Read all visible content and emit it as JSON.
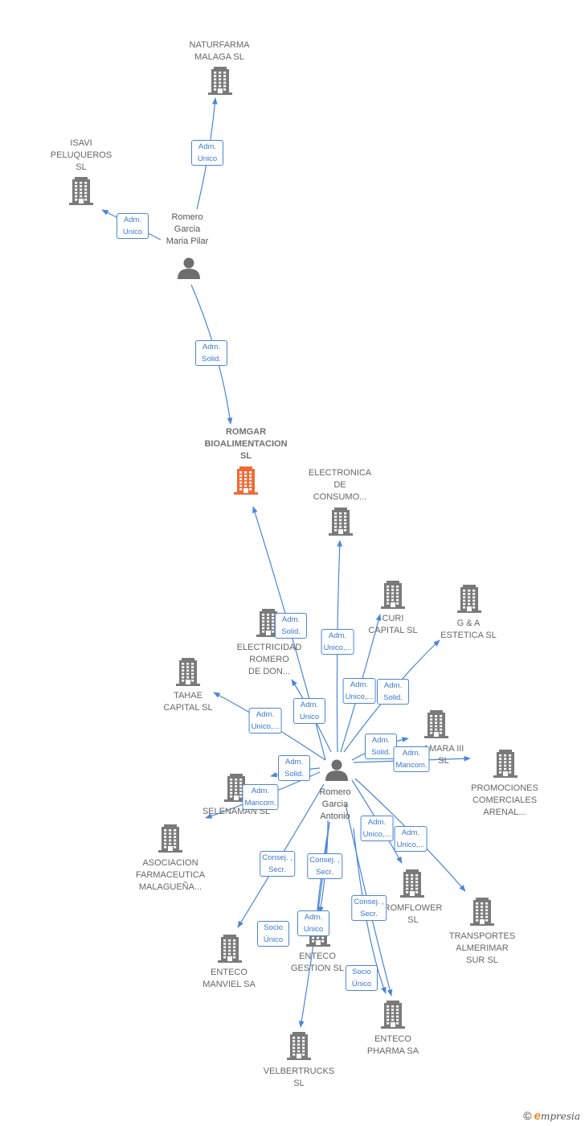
{
  "colors": {
    "edge": "#4a86d8",
    "building": "#7a7a7a",
    "main_building": "#f06a35",
    "person": "#6e6e6e"
  },
  "nodes": [
    {
      "id": "naturfarma",
      "type": "company",
      "label": "NATURFARMA\nMALAGA  SL"
    },
    {
      "id": "isavi",
      "type": "company",
      "label": "ISAVI\nPELUQUEROS\nSL"
    },
    {
      "id": "rgmp",
      "type": "person",
      "label": "Romero\nGarcia\nMaria Pilar"
    },
    {
      "id": "romgar",
      "type": "main",
      "label": "ROMGAR\nBIOALIMENTACION\nSL"
    },
    {
      "id": "electronica",
      "type": "company",
      "label": "ELECTRONICA\nDE\nCONSUMO..."
    },
    {
      "id": "curi",
      "type": "company",
      "label": "CURI\nCAPITAL  SL"
    },
    {
      "id": "gya",
      "type": "company",
      "label": "G & A\nESTETICA SL"
    },
    {
      "id": "electricidad",
      "type": "company",
      "label": "ELECTRICIDAD\nROMERO\nDE DON..."
    },
    {
      "id": "tahae",
      "type": "company",
      "label": "TAHAE\nCAPITAL  SL"
    },
    {
      "id": "amara",
      "type": "company",
      "label": "AMARA III\nSL"
    },
    {
      "id": "promociones",
      "type": "company",
      "label": "PROMOCIONES\nCOMERCIALES\nARENAL..."
    },
    {
      "id": "rga",
      "type": "person",
      "label": "Romero\nGarcia\nAntonio"
    },
    {
      "id": "selenaman",
      "type": "company",
      "label": "SELENAMAN SL"
    },
    {
      "id": "asociacion",
      "type": "company",
      "label": "ASOCIACION\nFARMACEUTICA\nMALAGUEÑA..."
    },
    {
      "id": "romflower",
      "type": "company",
      "label": "ROMFLOWER\nSL"
    },
    {
      "id": "transportes",
      "type": "company",
      "label": "TRANSPORTES\nALMERIMAR\nSUR  SL"
    },
    {
      "id": "manviel",
      "type": "company",
      "label": "ENTECO\nMANVIEL SA"
    },
    {
      "id": "gestion",
      "type": "company",
      "label": "ENTECO\nGESTION SL"
    },
    {
      "id": "pharma",
      "type": "company",
      "label": "ENTECO\nPHARMA SA"
    },
    {
      "id": "velbertrucks",
      "type": "company",
      "label": "VELBERTRUCKS\nSL"
    }
  ],
  "edges": [
    {
      "from": "rgmp",
      "to": "naturfarma",
      "label": "Adm.\nUnico"
    },
    {
      "from": "rgmp",
      "to": "isavi",
      "label": "Adm.\nUnico"
    },
    {
      "from": "rgmp",
      "to": "romgar",
      "label": "Adm.\nSolid."
    },
    {
      "from": "rga",
      "to": "romgar",
      "label": "Adm.\nSolid."
    },
    {
      "from": "rga",
      "to": "electronica",
      "label": "Adm.\nUnico,..."
    },
    {
      "from": "rga",
      "to": "curi",
      "label": "Adm.\nUnico,..."
    },
    {
      "from": "rga",
      "to": "gya",
      "label": "Adm.\nSolid."
    },
    {
      "from": "rga",
      "to": "electricidad",
      "label": "Adm.\nUnico"
    },
    {
      "from": "rga",
      "to": "tahae",
      "label": "Adm.\nUnico,..."
    },
    {
      "from": "rga",
      "to": "amara",
      "label": "Adm.\nSolid."
    },
    {
      "from": "rga",
      "to": "promociones",
      "label": "Adm.\nMancom."
    },
    {
      "from": "rga",
      "to": "selenaman",
      "label": "Adm.\nSolid."
    },
    {
      "from": "rga",
      "to": "selenaman",
      "label": "Adm.\nMancom."
    },
    {
      "from": "rga",
      "to": "romflower",
      "label": "Adm.\nUnico,..."
    },
    {
      "from": "rga",
      "to": "transportes",
      "label": "Adm.\nUnico,..."
    },
    {
      "from": "rga",
      "to": "manviel",
      "label": "Consej. ,\nSecr."
    },
    {
      "from": "rga",
      "to": "gestion",
      "label": "Consej. ,\nSecr."
    },
    {
      "from": "rga",
      "to": "gestion",
      "label": "Adm.\nUnico"
    },
    {
      "from": "rga",
      "to": "pharma",
      "label": "Consej. ,\nSecr."
    },
    {
      "from": "rga",
      "to": "velbertrucks",
      "label": "Socio\nÚnico"
    },
    {
      "from": "rga",
      "to": "pharma",
      "label": "Socio\nÚnico"
    }
  ],
  "footer": {
    "copyright": "©",
    "brand_initial": "e",
    "brand_rest": "mpresia"
  }
}
